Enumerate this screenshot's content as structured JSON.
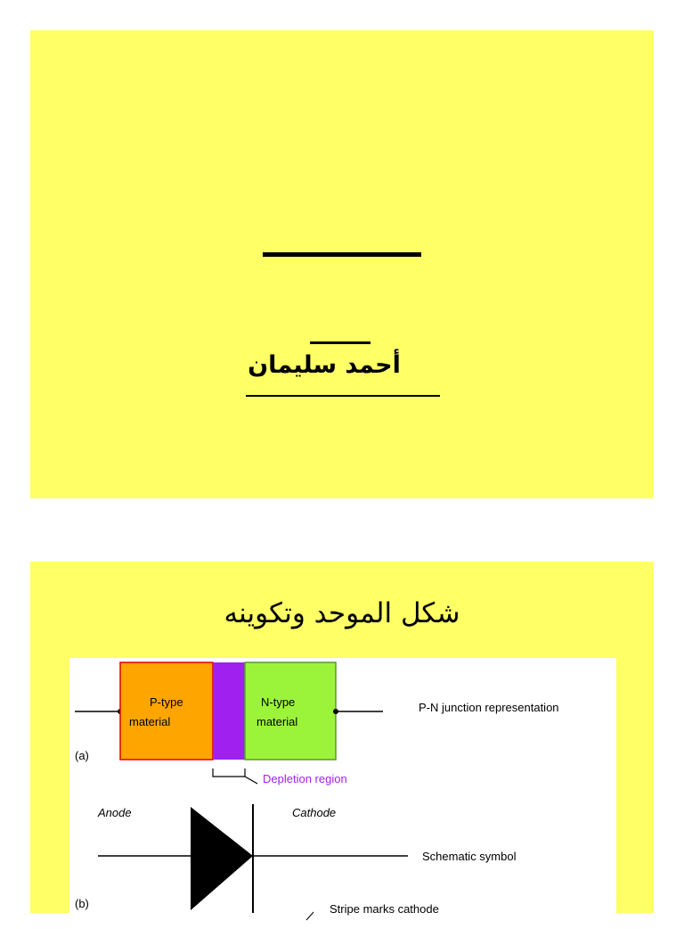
{
  "slide1": {
    "author": "أحمد سليمان"
  },
  "slide2": {
    "title": "شكل الموحد وتكوينه",
    "diagram": {
      "p_label_line1": "P-type",
      "p_label_line2": "material",
      "n_label_line1": "N-type",
      "n_label_line2": "material",
      "junction_caption": "P-N junction representation",
      "part_a": "(a)",
      "depletion_label": "Depletion region",
      "anode_label": "Anode",
      "cathode_label": "Cathode",
      "schematic_caption": "Schematic symbol",
      "part_b": "(b)",
      "stripe_label": "Stripe marks cathode",
      "colors": {
        "p_region": "#ffa500",
        "depletion": "#a020f0",
        "n_region": "#9cf43a",
        "depletion_text": "#a020f0"
      }
    }
  }
}
